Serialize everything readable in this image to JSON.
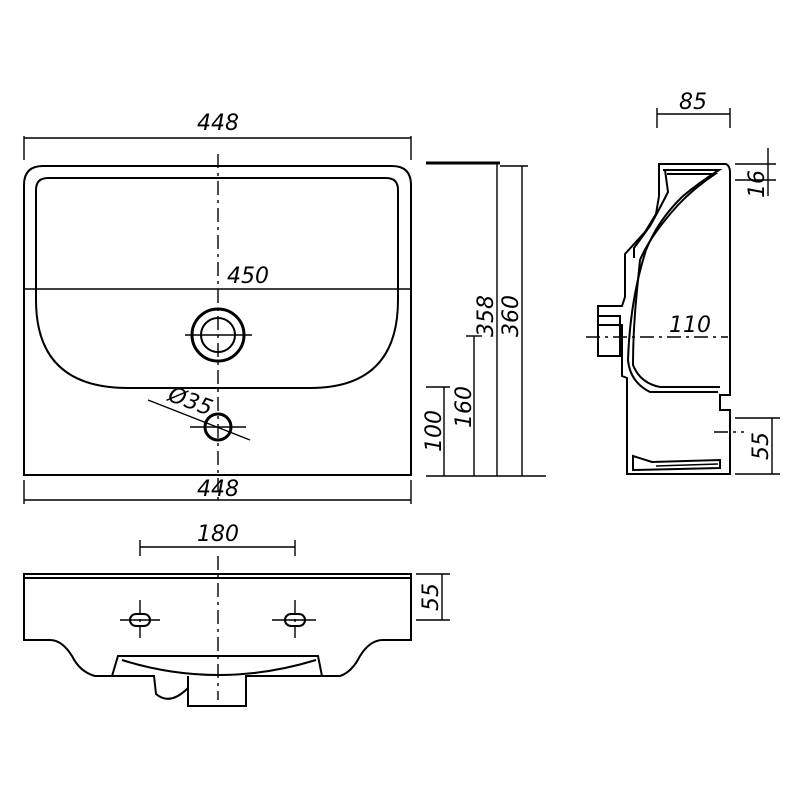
{
  "dimensions": {
    "front_top_width": "448",
    "front_bowl_width": "450",
    "front_bottom_width": "448",
    "waste_diameter": "Ø35",
    "height_100": "100",
    "height_160": "160",
    "height_358": "358",
    "height_360": "360",
    "side_depth_top": "85",
    "side_rim_16": "16",
    "side_depth_110": "110",
    "side_bottom_55": "55",
    "top_hole_spacing": "180",
    "top_edge_55": "55"
  }
}
